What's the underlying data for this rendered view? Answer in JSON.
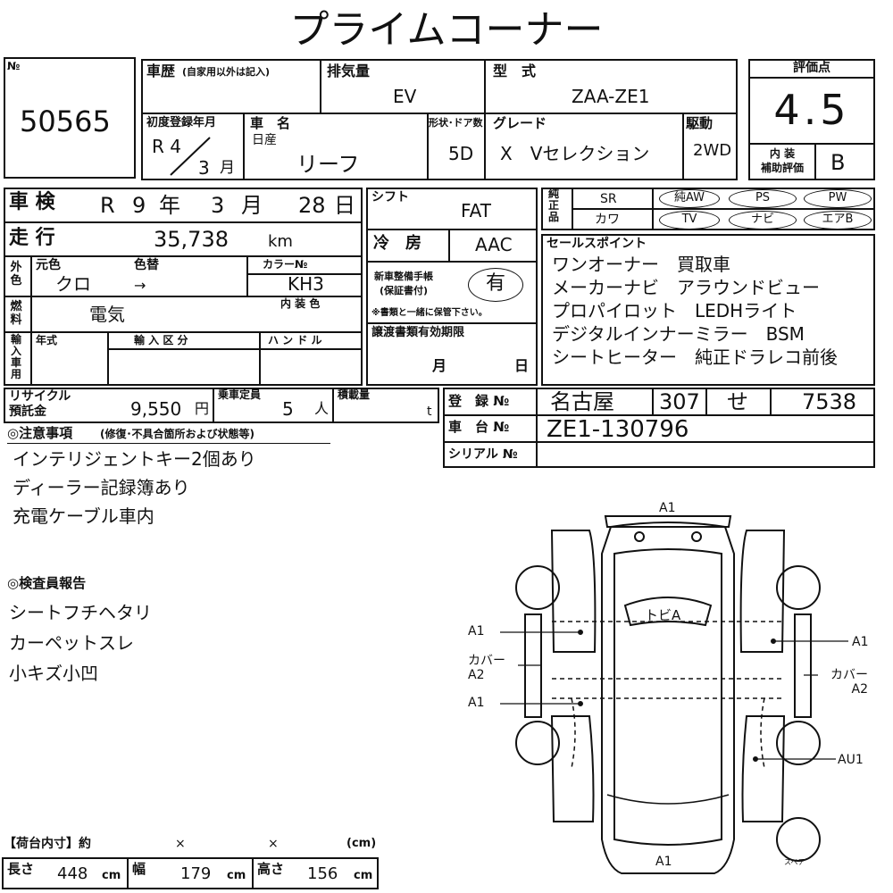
{
  "header": {
    "title": "プライムコーナー"
  },
  "lot": {
    "label": "№",
    "number": "50565"
  },
  "history": {
    "label": "車歴",
    "sub": "(自家用以外は記入)"
  },
  "displacement": {
    "label": "排気量",
    "value": "EV"
  },
  "model": {
    "label": "型　式",
    "value": "ZAA-ZE1"
  },
  "score": {
    "label": "評価点",
    "value": "4.5",
    "interior_label": "内 装\n補助評価",
    "interior_value": "B"
  },
  "first_reg": {
    "label": "初度登録年月",
    "year": "R 4",
    "month": "3",
    "month_unit": "月"
  },
  "car_name": {
    "label": "車　名",
    "maker": "日産",
    "name": "リーフ"
  },
  "shape": {
    "label": "形状･ドア数",
    "value": "5D"
  },
  "grade": {
    "label": "グレード",
    "value": "X　Vセレクション"
  },
  "drive": {
    "label": "駆動",
    "value": "2WD"
  },
  "shaken": {
    "label": "車 検",
    "era": "R",
    "year": "9",
    "y": "年",
    "month": "3",
    "m": "月",
    "day": "28",
    "d": "日"
  },
  "shift": {
    "label": "シフト",
    "value": "FAT"
  },
  "equipment": {
    "side_label": "純正品",
    "row1": [
      "SR",
      "純AW",
      "PS",
      "PW"
    ],
    "row2": [
      "カワ",
      "TV",
      "ナビ",
      "エアB"
    ]
  },
  "mileage": {
    "label": "走 行",
    "value": "35,738",
    "unit": "km"
  },
  "ac": {
    "label": "冷　房",
    "value": "AAC"
  },
  "color": {
    "side_label": "外色",
    "orig_label": "元色",
    "change_label": "色替",
    "orig": "クロ",
    "arrow": "→",
    "code_label": "カラー№",
    "code": "KH3"
  },
  "fuel": {
    "side_label": "燃料",
    "value": "電気",
    "interior_label": "内 装 色"
  },
  "manual": {
    "label": "新車整備手帳\n(保証書付)",
    "value": "有",
    "note": "※書類と一緒に保管下さい。"
  },
  "import": {
    "side_label": "輸入車用",
    "year_label": "年式",
    "class_label": "輸 入 区 分",
    "handle_label": "ハ ン ド ル"
  },
  "transfer": {
    "label": "譲渡書類有効期限",
    "month": "月",
    "day": "日"
  },
  "sales": {
    "label": "セールスポイント",
    "lines": [
      "ワンオーナー　買取車",
      "メーカーナビ　アラウンドビュー",
      "プロパイロット　LEDHライト",
      "デジタルインナーミラー　BSM",
      "シートヒーター　純正ドラレコ前後"
    ]
  },
  "recycle": {
    "label": "リサイクル\n預託金",
    "value": "9,550",
    "unit": "円"
  },
  "capacity": {
    "label": "乗車定員",
    "value": "5",
    "unit": "人"
  },
  "load": {
    "label": "積載量",
    "unit": "t"
  },
  "registration": {
    "label": "登　録 №",
    "area": "名古屋",
    "class": "307",
    "kana": "せ",
    "num": "7538"
  },
  "chassis": {
    "label": "車　台 №",
    "value": "ZE1-130796"
  },
  "serial": {
    "label": "シリアル №"
  },
  "notes": {
    "title": "◎注意事項",
    "sub": "(修復･不具合箇所および状態等)",
    "items": [
      "インテリジェントキー2個あり",
      "ディーラー記録簿あり",
      "充電ケーブル車内"
    ]
  },
  "inspector": {
    "title": "◎検査員報告",
    "items": [
      "シートフチヘタリ",
      "カーペットスレ",
      "小キズ小凹"
    ]
  },
  "cargo": {
    "title": "【荷台内寸】約",
    "x1": "×",
    "x2": "×",
    "unit": "(cm)",
    "length_label": "長さ",
    "length": "448",
    "width_label": "幅",
    "width": "179",
    "height_label": "高さ",
    "height": "156",
    "cm": "cm"
  },
  "diagram": {
    "top": "A1",
    "windshield": "トビA",
    "left_upper": "A1",
    "left_mid": "カバー\nA2",
    "left_lower": "A1",
    "right_upper": "A1",
    "right_mid": "カバー\nA2",
    "right_lower": "AU1",
    "bottom": "A1",
    "spare": "スペア"
  }
}
